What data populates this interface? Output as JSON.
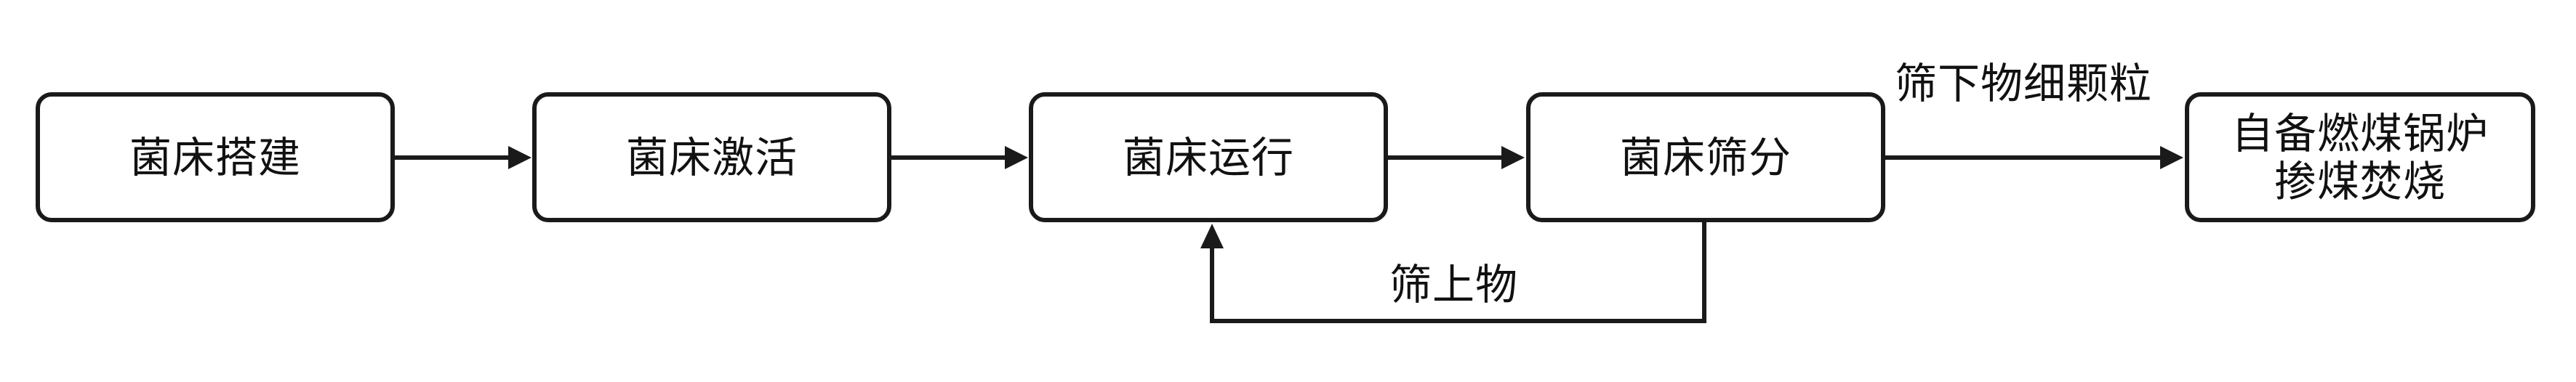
{
  "diagram": {
    "nodes": [
      {
        "id": "build",
        "label": "菌床搭建"
      },
      {
        "id": "activate",
        "label": "菌床激活"
      },
      {
        "id": "run",
        "label": "菌床运行"
      },
      {
        "id": "screen",
        "label": "菌床筛分"
      },
      {
        "id": "boiler",
        "label": "自备燃煤锅炉\n掺煤焚烧"
      }
    ],
    "edges": [
      {
        "from": "build",
        "to": "activate",
        "label": ""
      },
      {
        "from": "activate",
        "to": "run",
        "label": ""
      },
      {
        "from": "run",
        "to": "screen",
        "label": ""
      },
      {
        "from": "screen",
        "to": "boiler",
        "label": "筛下物细颗粒"
      },
      {
        "from": "screen",
        "to": "run",
        "label": "筛上物"
      }
    ]
  }
}
